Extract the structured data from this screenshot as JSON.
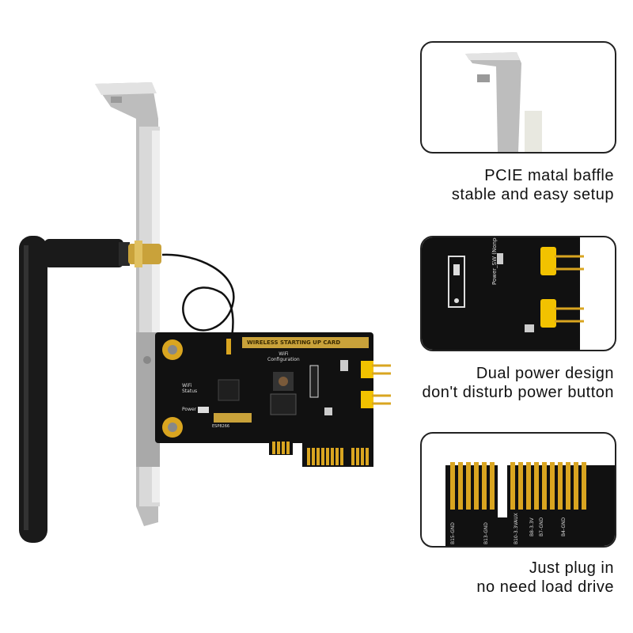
{
  "board": {
    "title_label": "WIRELESS STARTING UP CARD",
    "wifi_configuration_label": "WiFi\nConfiguration",
    "wifi_status_label": "WiFi\nStatus",
    "power_label": "Power",
    "module_label": "ESP8266",
    "pin_labels": {
      "b15_gnd": "B15-GND",
      "b13_gnd": "B13-GND",
      "b10_3v3aux": "B10-3.3VAUX",
      "b8_3v3": "B8-3.3V",
      "b7_gnd": "B7-GND",
      "b4_gnd": "B4-GND"
    },
    "power_sw_label": "Power_SW (Nonpolarity)"
  },
  "features": [
    {
      "line1": "PCIE matal baffle",
      "line2": "stable and easy setup"
    },
    {
      "line1": "Dual power design",
      "line2": "don't disturb power button"
    },
    {
      "line1": "Just plug in",
      "line2": "no need load drive"
    }
  ],
  "colors": {
    "pcb": "#111111",
    "gold": "#d9a520",
    "bracket": "#c7c7c7",
    "antenna": "#1a1a1a",
    "jumper": "#f2c200"
  }
}
